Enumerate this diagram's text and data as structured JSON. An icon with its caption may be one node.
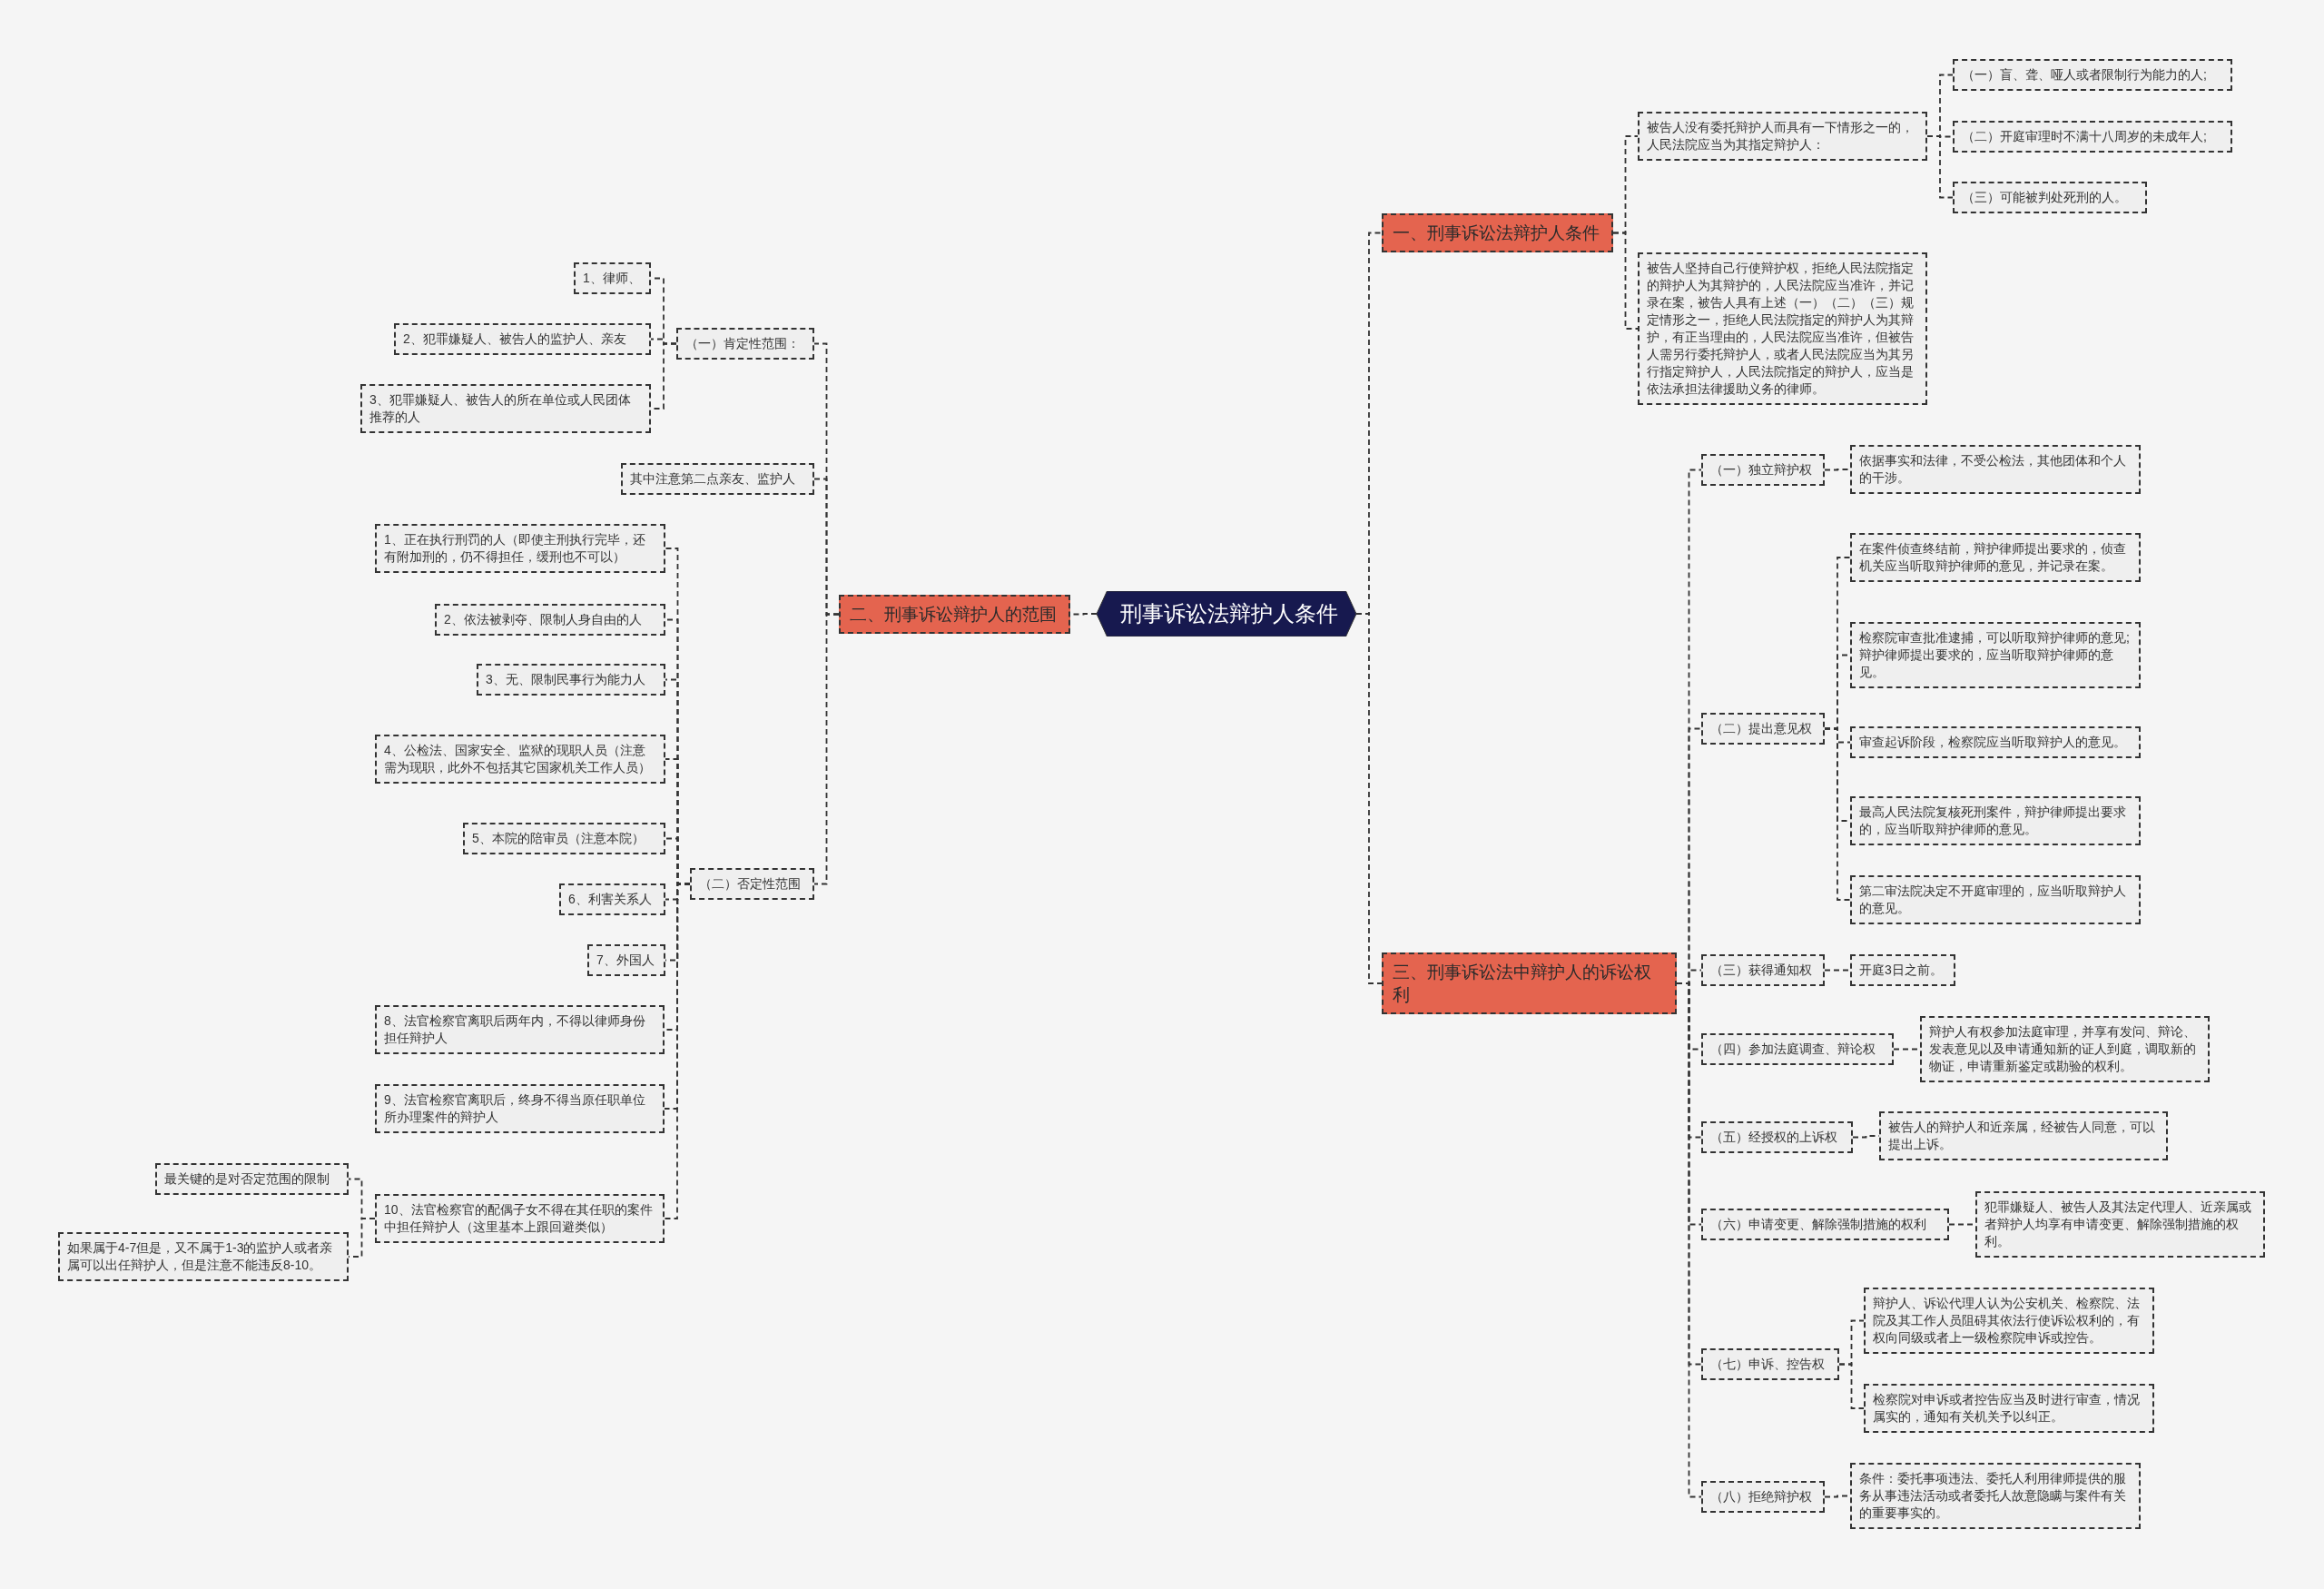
{
  "diagram": {
    "nodes": [
      {
        "text": [
          "刑事诉讼法辩护人条件"
        ]
      },
      {
        "text": [
          "一、刑事诉讼法辩护人条件"
        ]
      },
      {
        "text": [
          "被告人没有委托辩护人而具有一下情形之一的，人民法院应当为其指定辩护人："
        ]
      },
      {
        "text": [
          "（一）盲、聋、哑人或者限制行为能力的人;"
        ]
      },
      {
        "text": [
          "（二）开庭审理时不满十八周岁的未成年人;"
        ]
      },
      {
        "text": [
          "（三）可能被判处死刑的人。"
        ]
      },
      {
        "text": [
          "被告人坚持自己行使辩护权，拒绝人民法院指定的辩护人为其辩护的，人民法院应当准许，并记录在案，被告人具有上述（一）（二）（三）规定情形之一，拒绝人民法院指定的辩护人为其辩护，有正当理由的，人民法院应当准许，但被告人需另行委托辩护人，或者人民法院应当为其另行指定辩护人，人民法院指定的辩护人，应当是依法承担法律援助义务的律师。"
        ]
      },
      {
        "text": [
          "二、刑事诉讼辩护人的范围"
        ]
      },
      {
        "text": [
          "（一）肯定性范围："
        ]
      },
      {
        "text": [
          "1、律师、"
        ]
      },
      {
        "text": [
          "2、犯罪嫌疑人、被告人的监护人、亲友"
        ]
      },
      {
        "text": [
          "3、犯罪嫌疑人、被告人的所在单位或人民团体推荐的人"
        ]
      },
      {
        "text": [
          "其中注意第二点亲友、监护人"
        ]
      },
      {
        "text": [
          "（二）否定性范围"
        ]
      },
      {
        "text": [
          "1、正在执行刑罚的人（即使主刑执行完毕，还有附加刑的，仍不得担任，缓刑也不可以）"
        ]
      },
      {
        "text": [
          "2、依法被剥夺、限制人身自由的人"
        ]
      },
      {
        "text": [
          "3、无、限制民事行为能力人"
        ]
      },
      {
        "text": [
          "4、公检法、国家安全、监狱的现职人员（注意需为现职，此外不包括其它国家机关工作人员）"
        ]
      },
      {
        "text": [
          "5、本院的陪审员（注意本院）"
        ]
      },
      {
        "text": [
          "6、利害关系人"
        ]
      },
      {
        "text": [
          "7、外国人"
        ]
      },
      {
        "text": [
          "8、法官检察官离职后两年内，不得以律师身份担任辩护人"
        ]
      },
      {
        "text": [
          "9、法官检察官离职后，终身不得当原任职单位所办理案件的辩护人"
        ]
      },
      {
        "text": [
          "10、法官检察官的配偶子女不得在其任职的案件中担任辩护人（这里基本上跟回避类似）"
        ]
      },
      {
        "text": [
          "最关键的是对否定范围的限制"
        ]
      },
      {
        "text": [
          "如果属于4-7但是，又不属于1-3的监护人或者亲属可以出任辩护人，但是注意不能违反8-10。"
        ]
      },
      {
        "text": [
          "三、刑事诉讼法中辩护人的诉讼权利"
        ]
      },
      {
        "text": [
          "（一）独立辩护权"
        ]
      },
      {
        "text": [
          "依据事实和法律，不受公检法，其他团体和个人的干涉。"
        ]
      },
      {
        "text": [
          "（二）提出意见权"
        ]
      },
      {
        "text": [
          "在案件侦查终结前，辩护律师提出要求的，侦查机关应当听取辩护律师的意见，并记录在案。"
        ]
      },
      {
        "text": [
          "检察院审查批准逮捕，可以听取辩护律师的意见;辩护律师提出要求的，应当听取辩护律师的意见。"
        ]
      },
      {
        "text": [
          "审查起诉阶段，检察院应当听取辩护人的意见。"
        ]
      },
      {
        "text": [
          "最高人民法院复核死刑案件，辩护律师提出要求的，应当听取辩护律师的意见。"
        ]
      },
      {
        "text": [
          "第二审法院决定不开庭审理的，应当听取辩护人的意见。"
        ]
      },
      {
        "text": [
          "（三）获得通知权"
        ]
      },
      {
        "text": [
          "开庭3日之前。"
        ]
      },
      {
        "text": [
          "（四）参加法庭调查、辩论权"
        ]
      },
      {
        "text": [
          "辩护人有权参加法庭审理，并享有发问、辩论、发表意见以及申请通知新的证人到庭，调取新的物证，申请重新鉴定或勘验的权利。"
        ]
      },
      {
        "text": [
          "（五）经授权的上诉权"
        ]
      },
      {
        "text": [
          "被告人的辩护人和近亲属，经被告人同意，可以提出上诉。"
        ]
      },
      {
        "text": [
          "（六）申请变更、解除强制措施的权利"
        ]
      },
      {
        "text": [
          "犯罪嫌疑人、被告人及其法定代理人、近亲属或者辩护人均享有申请变更、解除强制措施的权利。"
        ]
      },
      {
        "text": [
          "（七）申诉、控告权"
        ]
      },
      {
        "text": [
          "辩护人、诉讼代理人认为公安机关、检察院、法院及其工作人员阻碍其依法行使诉讼权利的，有权向同级或者上一级检察院申诉或控告。"
        ]
      },
      {
        "text": [
          "检察院对申诉或者控告应当及时进行审查，情况属实的，通知有关机关予以纠正。"
        ]
      },
      {
        "text": [
          "（八）拒绝辩护权"
        ]
      },
      {
        "text": [
          "条件：委托事项违法、委托人利用律师提供的服务从事违法活动或者委托人故意隐瞒与案件有关的重要事实的。"
        ]
      }
    ],
    "edges": [
      {
        "from": 0,
        "to": 1,
        "arrow": "none"
      },
      {
        "from": 1,
        "to": 2,
        "arrow": "none"
      },
      {
        "from": 2,
        "to": 3,
        "arrow": "none"
      },
      {
        "from": 2,
        "to": 4,
        "arrow": "none"
      },
      {
        "from": 2,
        "to": 5,
        "arrow": "none"
      },
      {
        "from": 1,
        "to": 6,
        "arrow": "none"
      },
      {
        "from": 0,
        "to": 7,
        "arrow": "none"
      },
      {
        "from": 7,
        "to": 8,
        "arrow": "none"
      },
      {
        "from": 8,
        "to": 9,
        "arrow": "none"
      },
      {
        "from": 8,
        "to": 10,
        "arrow": "none"
      },
      {
        "from": 8,
        "to": 11,
        "arrow": "none"
      },
      {
        "from": 7,
        "to": 12,
        "arrow": "none"
      },
      {
        "from": 7,
        "to": 13,
        "arrow": "none"
      },
      {
        "from": 13,
        "to": 14,
        "arrow": "none"
      },
      {
        "from": 13,
        "to": 15,
        "arrow": "none"
      },
      {
        "from": 13,
        "to": 16,
        "arrow": "none"
      },
      {
        "from": 13,
        "to": 17,
        "arrow": "none"
      },
      {
        "from": 13,
        "to": 18,
        "arrow": "none"
      },
      {
        "from": 13,
        "to": 19,
        "arrow": "none"
      },
      {
        "from": 13,
        "to": 20,
        "arrow": "none"
      },
      {
        "from": 13,
        "to": 21,
        "arrow": "none"
      },
      {
        "from": 13,
        "to": 22,
        "arrow": "none"
      },
      {
        "from": 13,
        "to": 23,
        "arrow": "none"
      },
      {
        "from": 23,
        "to": 24,
        "arrow": "none"
      },
      {
        "from": 23,
        "to": 25,
        "arrow": "none"
      },
      {
        "from": 0,
        "to": 26,
        "arrow": "none"
      },
      {
        "from": 26,
        "to": 27,
        "arrow": "none"
      },
      {
        "from": 27,
        "to": 28,
        "arrow": "none"
      },
      {
        "from": 26,
        "to": 29,
        "arrow": "none"
      },
      {
        "from": 29,
        "to": 30,
        "arrow": "none"
      },
      {
        "from": 29,
        "to": 31,
        "arrow": "none"
      },
      {
        "from": 29,
        "to": 32,
        "arrow": "none"
      },
      {
        "from": 29,
        "to": 33,
        "arrow": "none"
      },
      {
        "from": 29,
        "to": 34,
        "arrow": "none"
      },
      {
        "from": 26,
        "to": 35,
        "arrow": "none"
      },
      {
        "from": 35,
        "to": 36,
        "arrow": "none"
      },
      {
        "from": 26,
        "to": 37,
        "arrow": "none"
      },
      {
        "from": 37,
        "to": 38,
        "arrow": "none"
      },
      {
        "from": 26,
        "to": 39,
        "arrow": "none"
      },
      {
        "from": 39,
        "to": 40,
        "arrow": "none"
      },
      {
        "from": 26,
        "to": 41,
        "arrow": "none"
      },
      {
        "from": 41,
        "to": 42,
        "arrow": "none"
      },
      {
        "from": 26,
        "to": 43,
        "arrow": "none"
      },
      {
        "from": 43,
        "to": 44,
        "arrow": "none"
      },
      {
        "from": 43,
        "to": 45,
        "arrow": "none"
      },
      {
        "from": 26,
        "to": 46,
        "arrow": "none"
      },
      {
        "from": 46,
        "to": 47,
        "arrow": "none"
      }
    ]
  }
}
